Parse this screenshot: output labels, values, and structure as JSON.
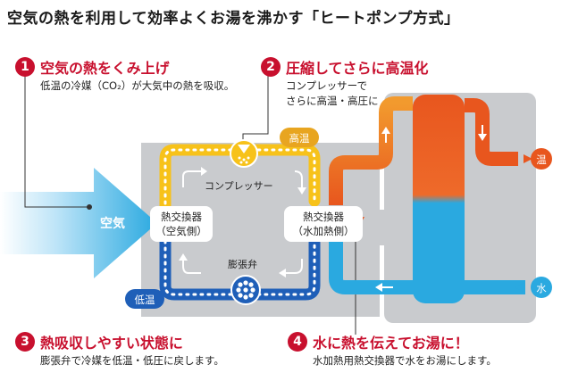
{
  "title": "空気の熱を利用して効率よくお湯を沸かす「ヒートポンプ方式」",
  "steps": [
    {
      "num": "1",
      "title": "空気の熱をくみ上げ",
      "desc": "低温の冷媒（CO₂）が大気中の熱を吸収。"
    },
    {
      "num": "2",
      "title": "圧縮してさらに高温化",
      "desc_lines": [
        "コンプレッサーで",
        "さらに高温・高圧に"
      ]
    },
    {
      "num": "3",
      "title": "熱吸収しやすい状態に",
      "desc": "膨張弁で冷媒を低温・低圧に戻します。"
    },
    {
      "num": "4",
      "title": "水に熱を伝えてお湯に！",
      "desc": "水加熱用熱交換器で水をお湯にします。"
    }
  ],
  "labels": {
    "air": "空気",
    "compressor": "コンプレッサー",
    "expansion_valve": "膨張弁",
    "hx_air": [
      "熱交換器",
      "（空気側）"
    ],
    "hx_water": [
      "熱交換器",
      "（水加熱側）"
    ],
    "high_temp": "高温",
    "low_temp": "低温",
    "hot": "温",
    "water": "水"
  },
  "colors": {
    "accent_red": "#c8102e",
    "warm": "#f7c21a",
    "hot": "#e8561e",
    "cold": "#1f5fb8",
    "water_blue": "#2aa9e0",
    "unit_gray": "#c9cbce"
  }
}
